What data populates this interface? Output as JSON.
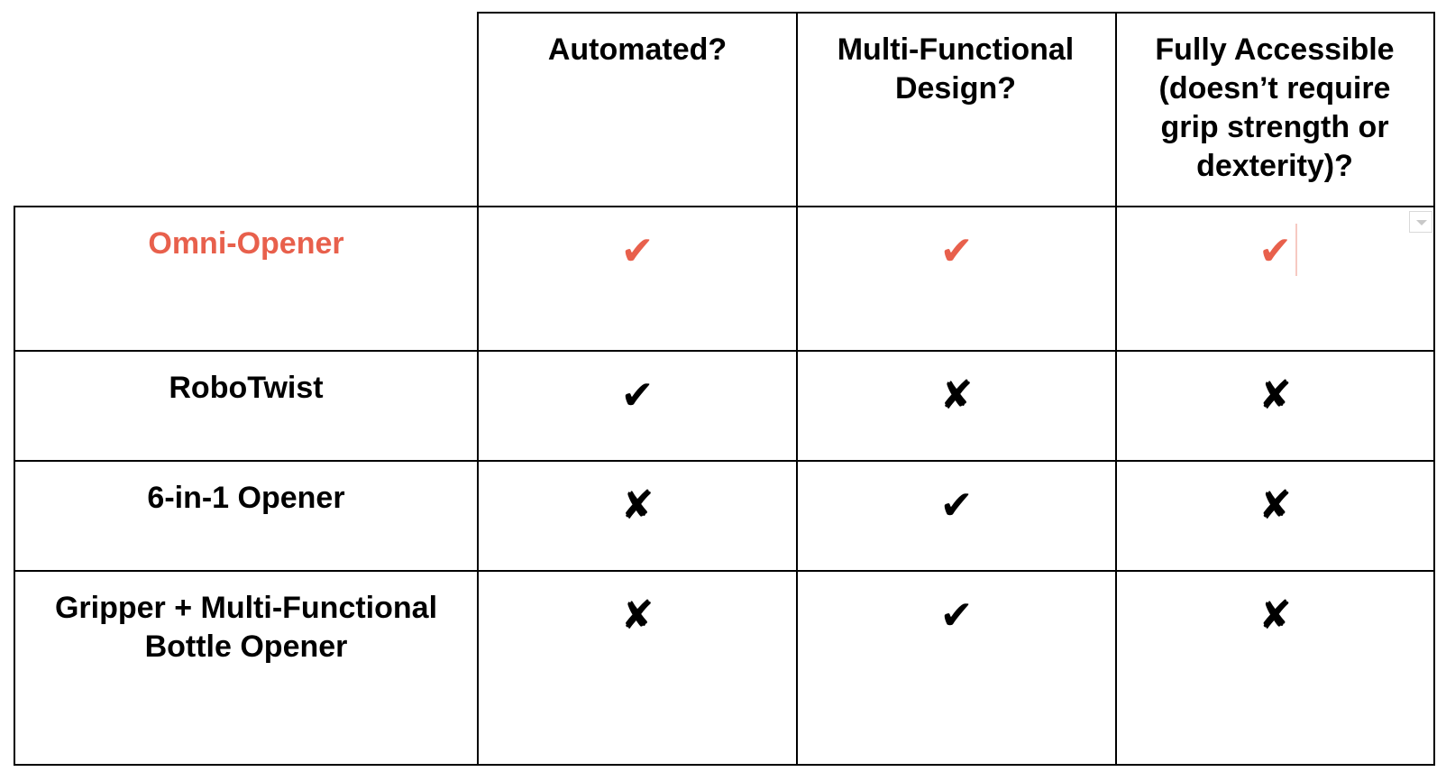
{
  "table": {
    "headers": {
      "corner": "",
      "col1": "Automated?",
      "col2": "Multi-Functional Design?",
      "col3": "Fully Accessible (doesn’t require grip strength or dexterity)?"
    },
    "rows": [
      {
        "label": "Omni-Opener",
        "c1": "✔",
        "c2": "✔",
        "c3": "✔"
      },
      {
        "label": "RoboTwist",
        "c1": "✔",
        "c2": "✘",
        "c3": "✘"
      },
      {
        "label": "6-in-1 Opener",
        "c1": "✘",
        "c2": "✔",
        "c3": "✘"
      },
      {
        "label": "Gripper + Multi-Functional Bottle Opener",
        "c1": "✘",
        "c2": "✔",
        "c3": "✘"
      }
    ]
  },
  "colors": {
    "highlight": "#e8604c",
    "text": "#000000",
    "grid": "#000000"
  },
  "icons": {
    "check": "check-icon",
    "cross": "cross-icon",
    "dropdown": "chevron-down-icon"
  }
}
